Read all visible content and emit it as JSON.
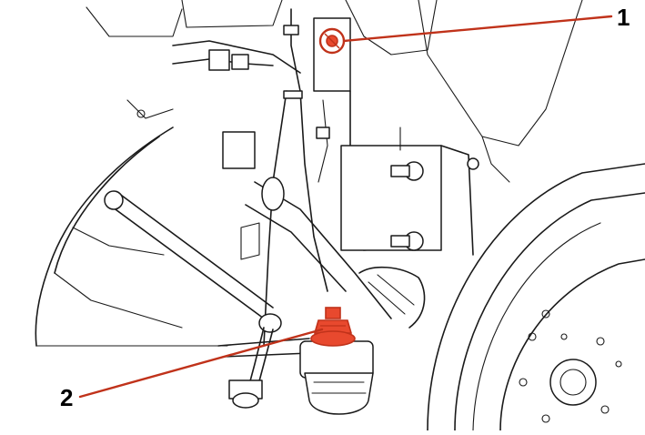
{
  "callouts": [
    {
      "id": "1",
      "label": "1"
    },
    {
      "id": "2",
      "label": "2"
    }
  ],
  "colors": {
    "highlight": "#c0321a",
    "highlight_fill": "#e8492e",
    "line": "#1a1a1a",
    "background": "#ffffff"
  }
}
